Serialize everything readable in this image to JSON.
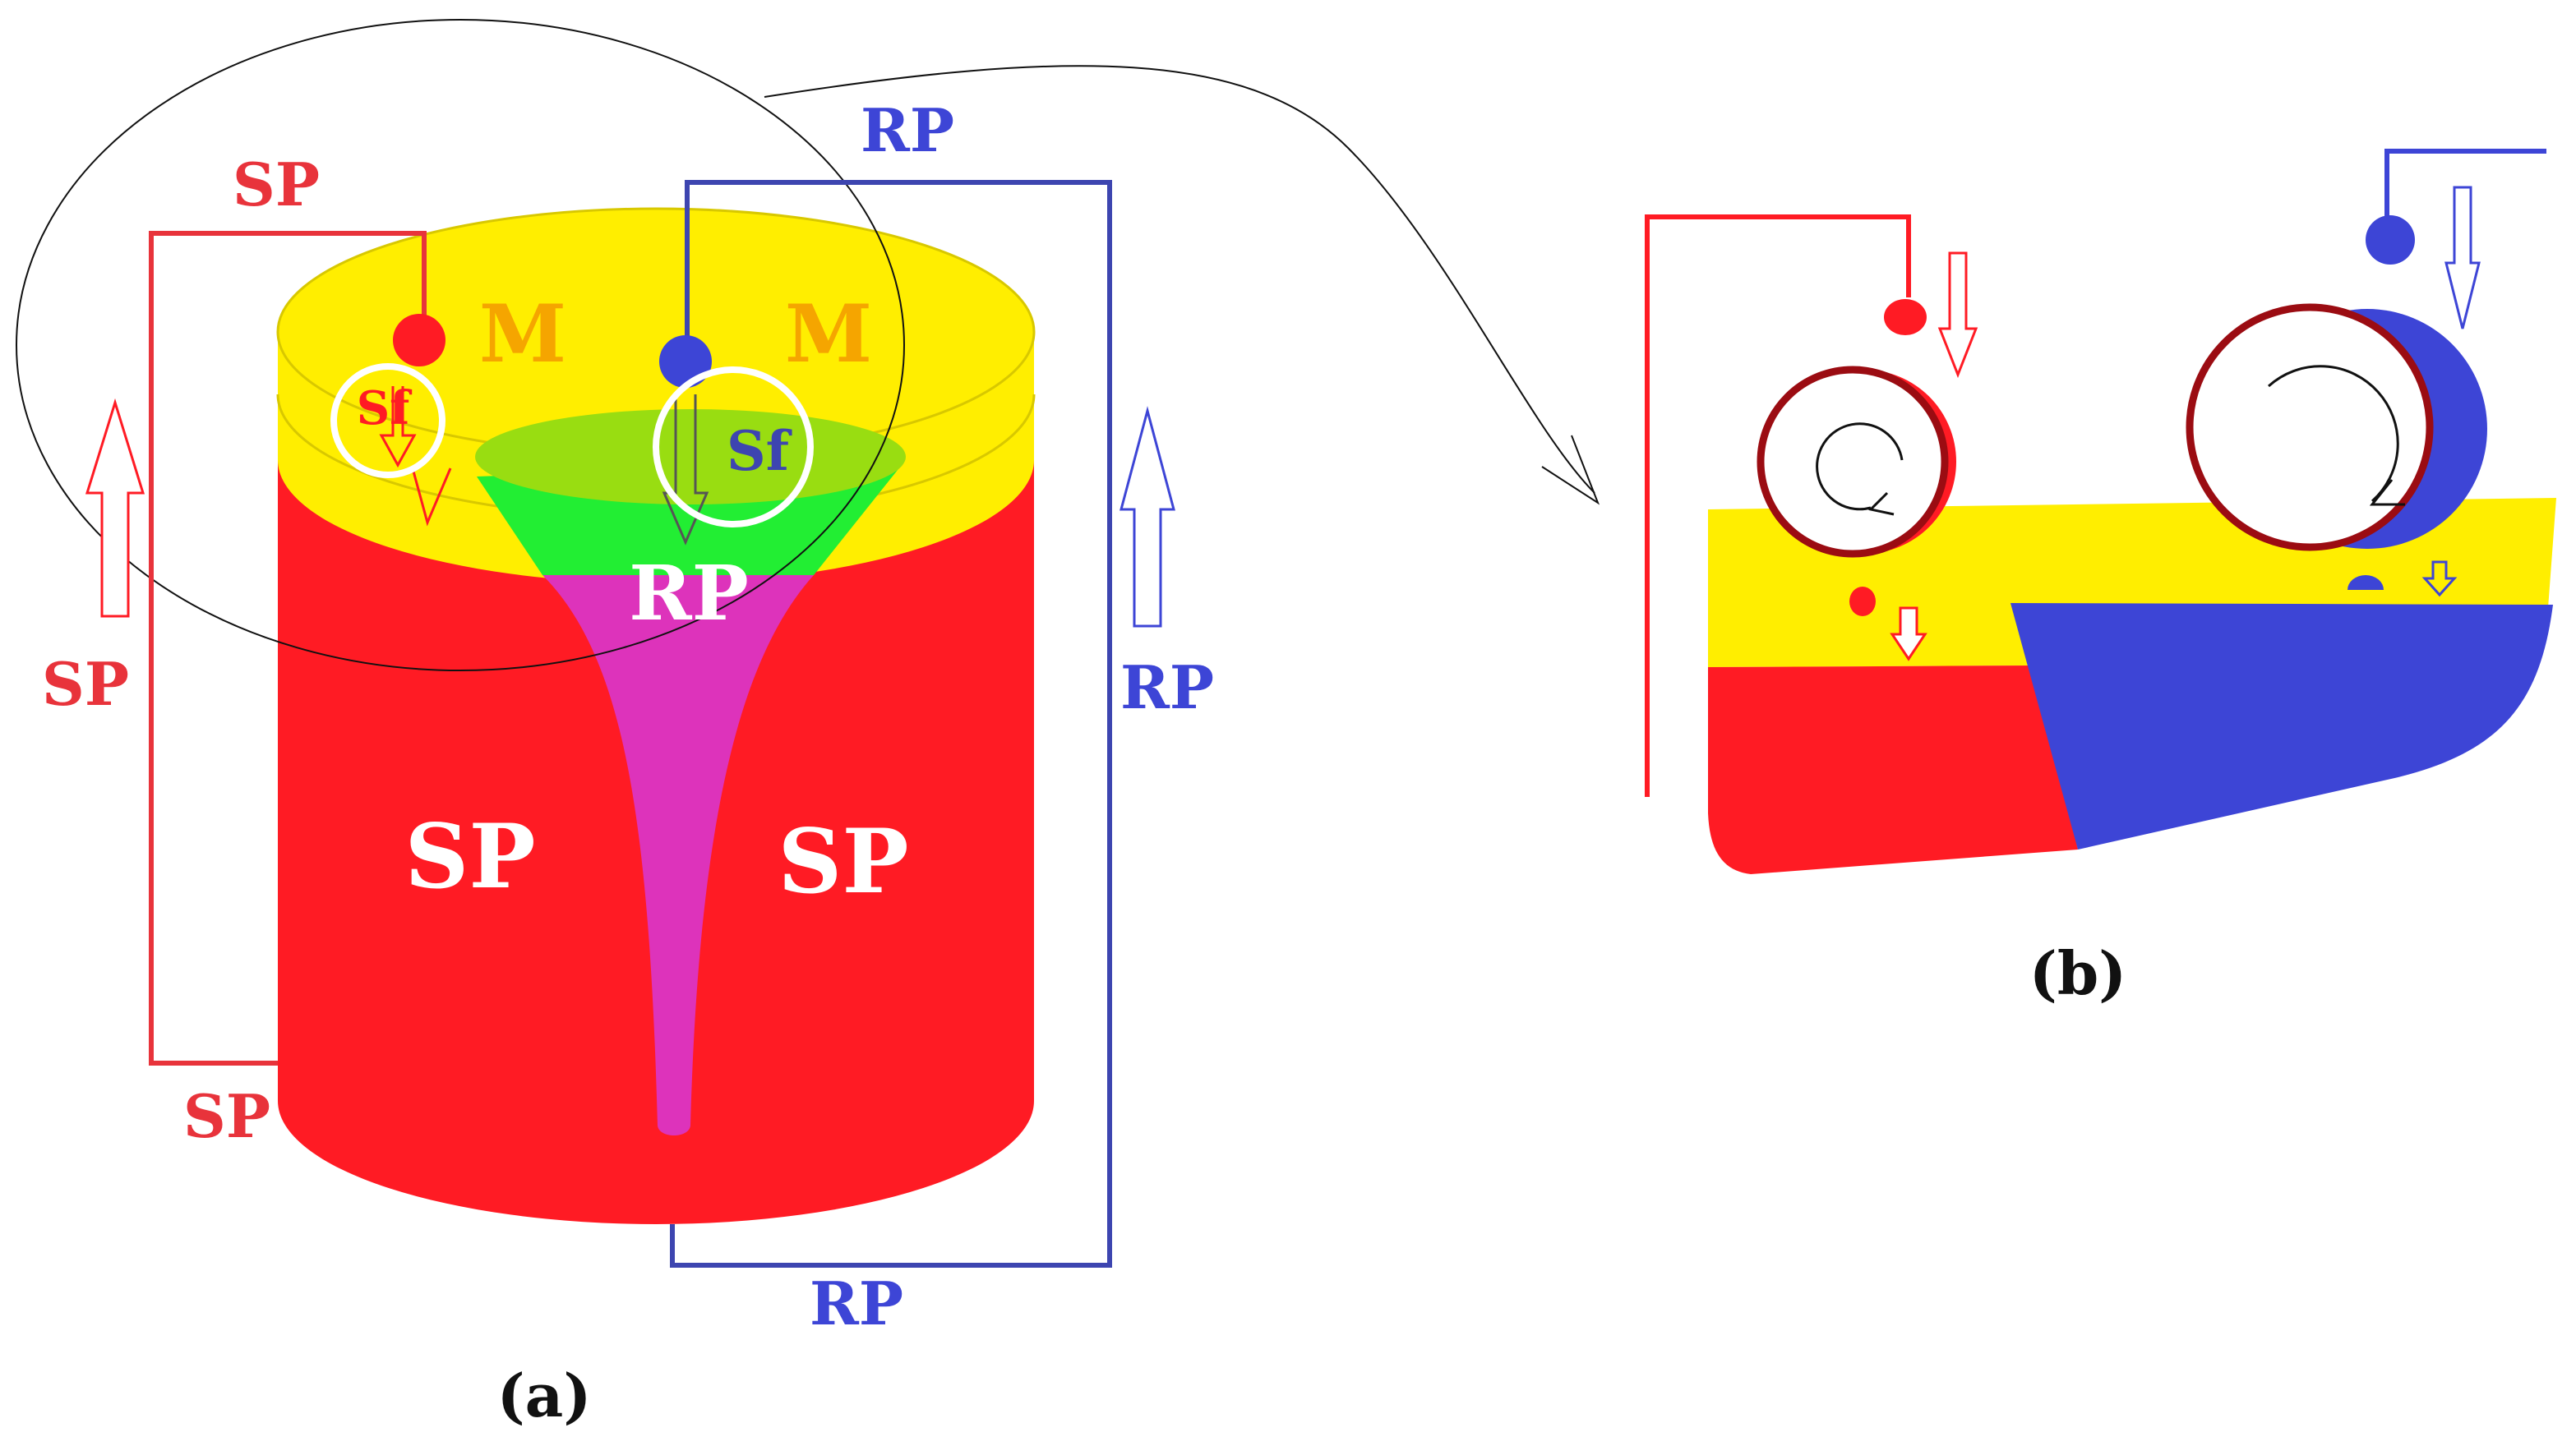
{
  "colors": {
    "sp_red": "#ff1b24",
    "rp_blue": "#3d45d6",
    "meniscus_yellow": "#ffee00",
    "funnel_green": "#22ee33",
    "funnel_top_green": "#99dd11",
    "core_magenta": "#dd33bb",
    "roll_darkred": "#9b0c12",
    "label_orange": "#f5a500",
    "sf_circle_white": "#ffffff"
  },
  "panel_a": {
    "caption": "(a)",
    "label_sp_top": "SP",
    "label_sp_left": "SP",
    "label_sp_bottom": "SP",
    "label_rp_top": "RP",
    "label_rp_right": "RP",
    "label_rp_bottom": "RP",
    "label_m_left": "M",
    "label_m_right": "M",
    "label_sf_left": "Sf",
    "label_sf_right": "Sf",
    "label_rp_core": "RP",
    "label_sp_body_left": "SP",
    "label_sp_body_right": "SP"
  },
  "panel_b": {
    "caption": "(b)"
  },
  "icons": [
    "hollow-arrow-icon",
    "rotation-arrow-icon",
    "nozzle-dot-icon"
  ]
}
